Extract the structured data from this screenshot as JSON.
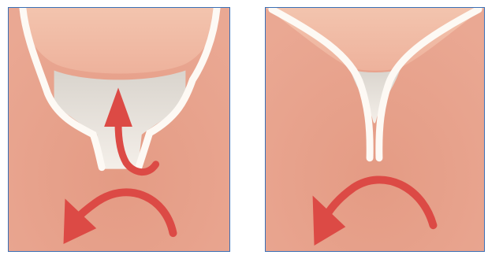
{
  "figure": {
    "panels": [
      {
        "id": "open-state",
        "arrows": [
          "curved-up-arrow",
          "curved-left-down-arrow"
        ]
      },
      {
        "id": "closed-state",
        "arrows": [
          "curved-left-down-arrow"
        ]
      }
    ],
    "colors": {
      "border": "#3a6fb5",
      "tissue": "#e9a58e",
      "tissue_dark": "#dd9079",
      "upper_chamber": "#f2bfa9",
      "leaflet": "#fbf6f1",
      "gap_shadow": "#e6e1da",
      "arrow": "#dc4a45"
    }
  }
}
